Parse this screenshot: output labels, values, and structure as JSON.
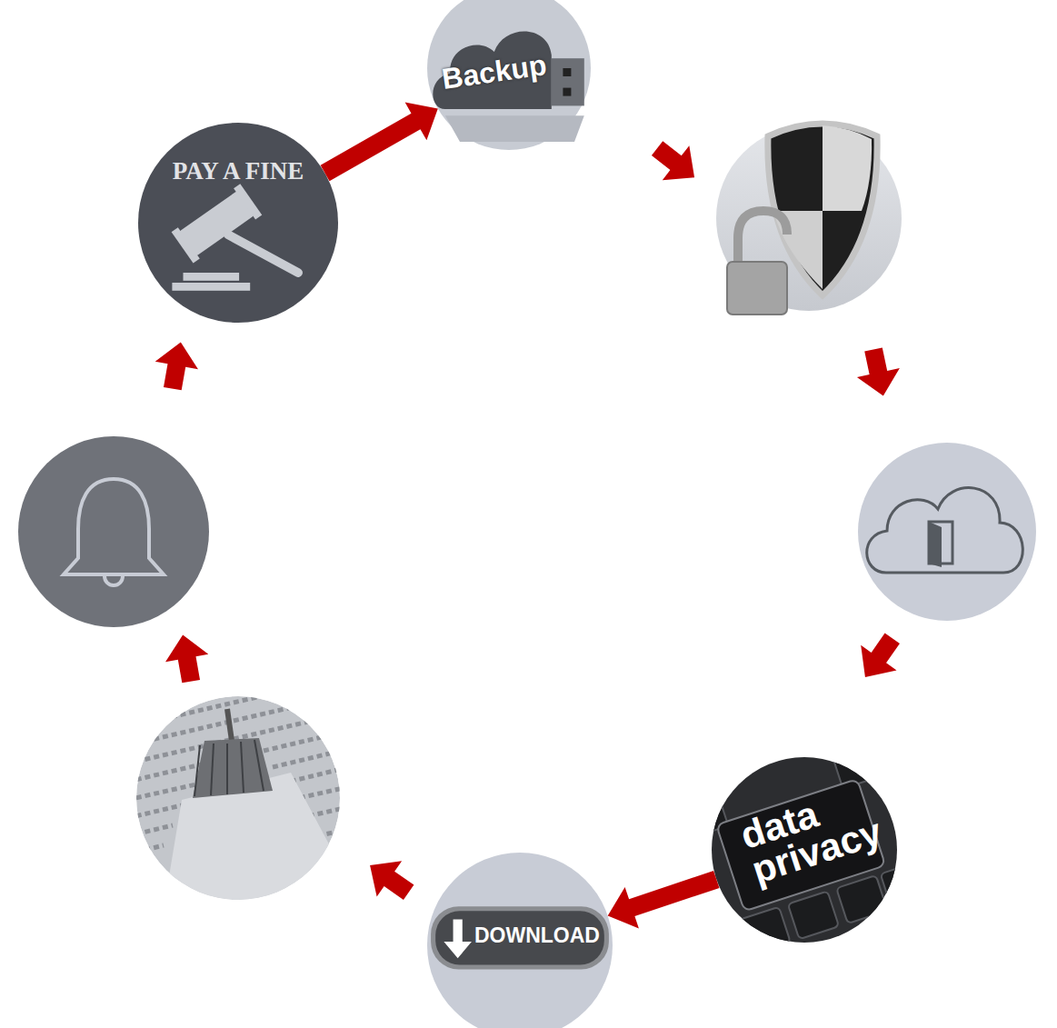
{
  "diagram": {
    "nodes": [
      {
        "text": [
          "Backup"
        ]
      },
      {
        "text": [
          "PAY A FINE"
        ]
      },
      {
        "text": [
          "data privacy"
        ]
      },
      {
        "text": [
          "DOWNLOAD"
        ]
      }
    ],
    "edges": [
      {
        "from": 1,
        "to": 0,
        "arrow": "to"
      },
      {
        "from": 2,
        "to": 3,
        "arrow": "to"
      }
    ]
  }
}
